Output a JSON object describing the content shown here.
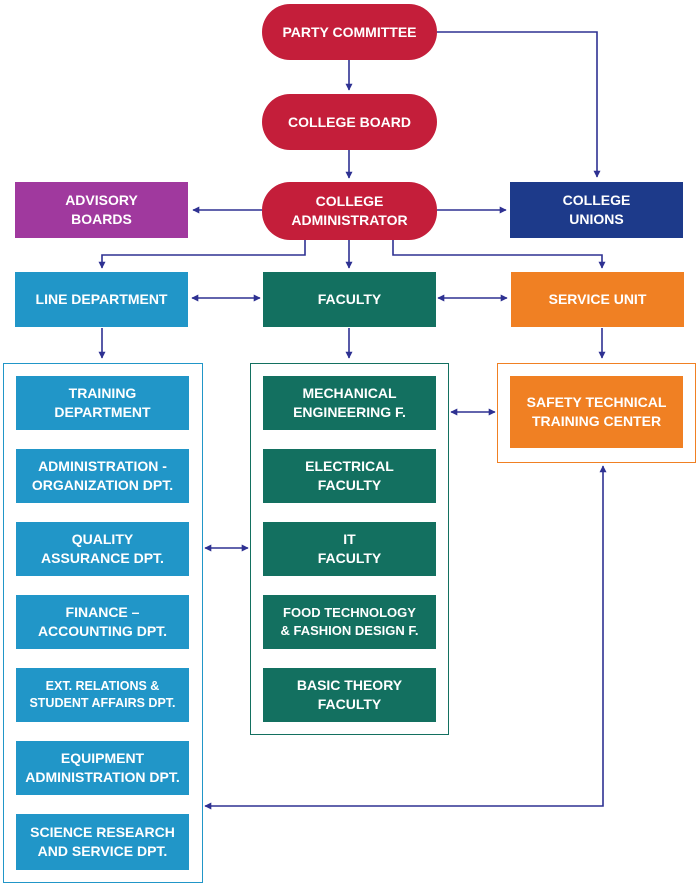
{
  "top": {
    "party_committee": "PARTY COMMITTEE",
    "college_board": "COLLEGE BOARD",
    "college_administrator": "COLLEGE\nADMINISTRATOR"
  },
  "side": {
    "advisory_boards": "ADVISORY\nBOARDS",
    "college_unions": "COLLEGE\nUNIONS"
  },
  "level2": {
    "line_department": "LINE DEPARTMENT",
    "faculty": "FACULTY",
    "service_unit": "SERVICE UNIT"
  },
  "line_departments": [
    "TRAINING\nDEPARTMENT",
    "ADMINISTRATION -\nORGANIZATION DPT.",
    "QUALITY\nASSURANCE DPT.",
    "FINANCE –\nACCOUNTING DPT.",
    "EXT. RELATIONS &\nSTUDENT AFFAIRS DPT.",
    "EQUIPMENT\nADMINISTRATION DPT.",
    "SCIENCE RESEARCH\nAND SERVICE DPT."
  ],
  "faculties": [
    "MECHANICAL\nENGINEERING F.",
    "ELECTRICAL\nFACULTY",
    "IT\nFACULTY",
    "FOOD TECHNOLOGY\n& FASHION DESIGN F.",
    "BASIC THEORY\nFACULTY"
  ],
  "service_units": [
    "SAFETY TECHNICAL\nTRAINING CENTER"
  ],
  "colors": {
    "leadership": "#c41e3a",
    "advisory": "#a0399e",
    "unions": "#1d3a8a",
    "line": "#2196c8",
    "faculty": "#137060",
    "service": "#f08023",
    "connector": "#2e3192"
  }
}
